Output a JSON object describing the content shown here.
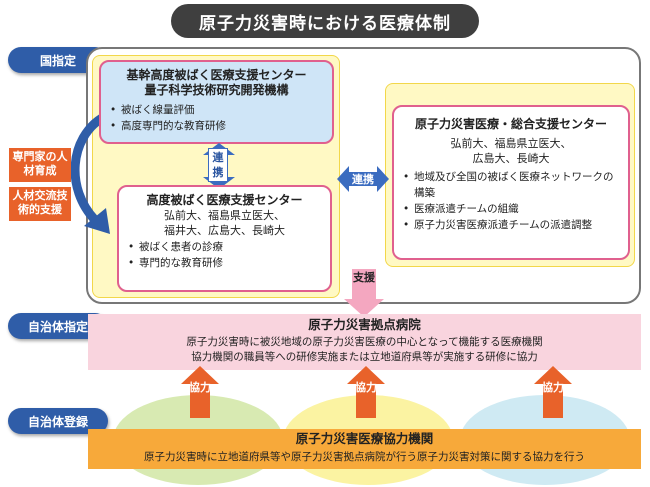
{
  "title": "原子力災害時における医療体制",
  "labels": {
    "nation": "国指定",
    "municipality": "自治体指定",
    "municipality_registered": "自治体登録"
  },
  "qst_box": {
    "title": "基幹高度被ばく医療支援センター",
    "subtitle": "量子科学技術研究開発機構",
    "bullets": [
      "被ばく線量評価",
      "高度専門的な教育研修"
    ]
  },
  "advanced_box": {
    "title": "高度被ばく医療支援センター",
    "members_line1": "弘前大、福島県立医大、",
    "members_line2": "福井大、広島大、長崎大",
    "bullets": [
      "被ばく患者の診療",
      "専門的な教育研修"
    ]
  },
  "comprehensive_box": {
    "title": "原子力災害医療・総合支援センター",
    "members_line1": "弘前大、福島県立医大、",
    "members_line2": "広島大、長崎大",
    "bullets": [
      "地域及び全国の被ばく医療ネットワークの構築",
      "医療派遣チームの組織",
      "原子力災害医療派遣チームの派遣調整"
    ]
  },
  "side_tags": {
    "human_resource": "専門家の人材育成",
    "exchange": "人材交流技術的支援"
  },
  "connectors": {
    "vertical_link": "連携",
    "horizontal_link": "連携",
    "support": "支援",
    "cooperate": "協力"
  },
  "core_hospital": {
    "title": "原子力災害拠点病院",
    "line1": "原子力災害時に被災地域の原子力災害医療の中心となって機能する医療機関",
    "line2": "協力機関の職員等への研修実施または立地道府県等が実施する研修に協力"
  },
  "coop_institution": {
    "title": "原子力災害医療協力機関",
    "desc": "原子力災害時に立地道府県等や原子力災害拠点病院が行う原子力災害対策に関する協力を行う"
  },
  "colors": {
    "title_bg": "#3f3f3f",
    "pill_blue": "#2f5da8",
    "pink_border": "#e0608e",
    "core_band": "#f9d4de",
    "coop_band": "#f7a93a",
    "arrow_orange": "#e8622a",
    "link_blue": "#3b6cc0"
  }
}
